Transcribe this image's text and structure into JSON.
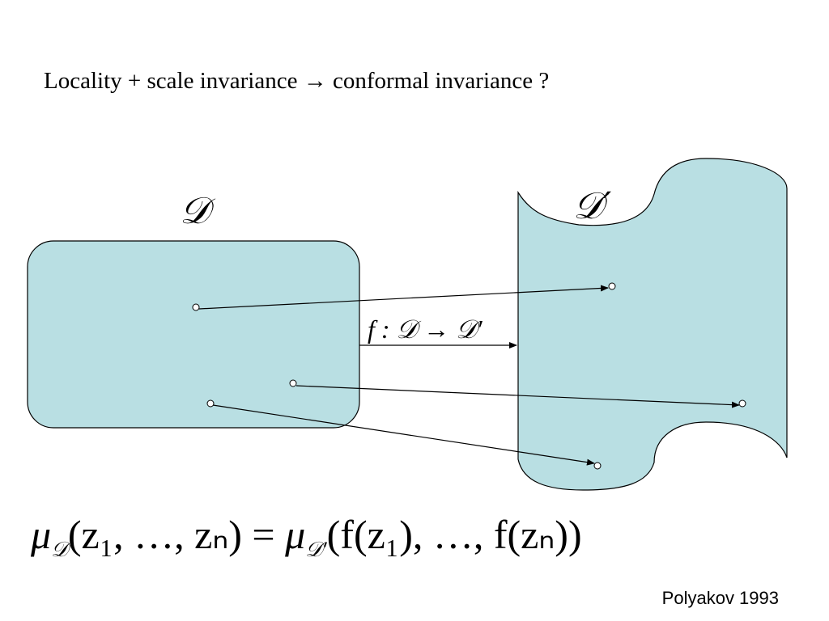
{
  "slide": {
    "title": "Locality + scale invariance → conformal invariance ?",
    "credit": "Polyakov 1993",
    "fill_color": "#b9dfe3",
    "stroke_color": "#000000"
  },
  "diagram": {
    "domain_label": "𝒟",
    "image_domain_label": "𝒟′",
    "map_label": "f : 𝒟 → 𝒟′"
  },
  "equation": {
    "mu": "μ",
    "lhs_sub": "𝒟",
    "lhs_args": "(z₁, …, zₙ)",
    "equals": " = ",
    "rhs_sub": "𝒟′",
    "rhs_args": "(f(z₁), …, f(zₙ))"
  }
}
